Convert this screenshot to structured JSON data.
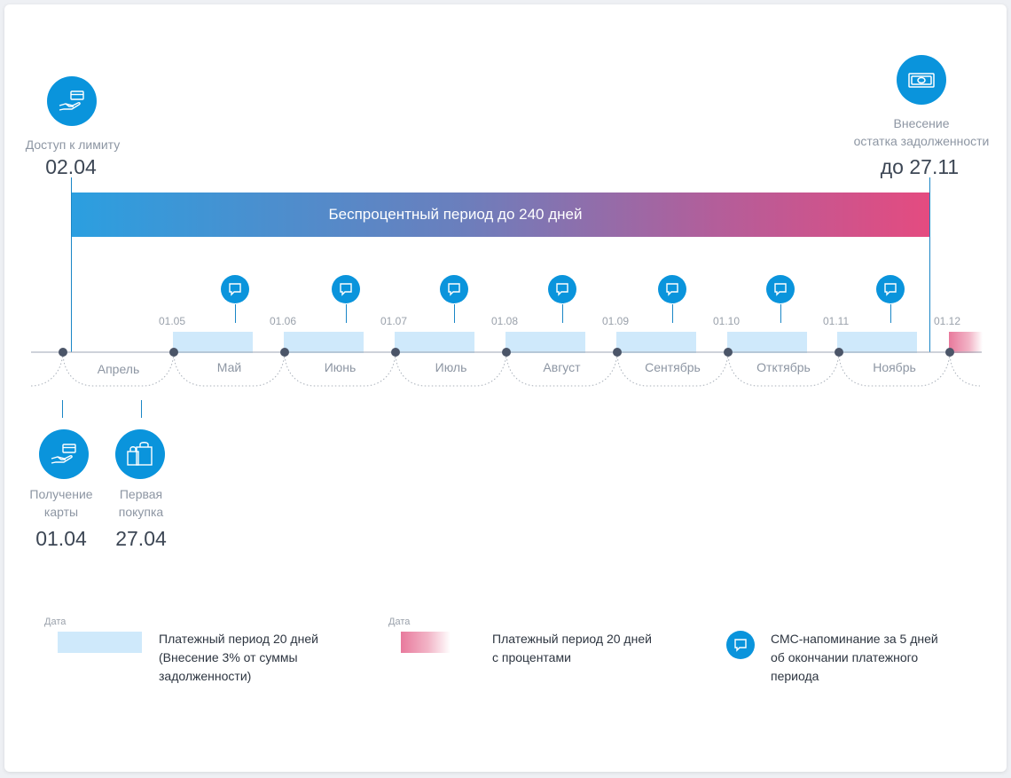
{
  "top_left": {
    "label": "Доступ к лимиту",
    "date": "02.04"
  },
  "top_right": {
    "label1": "Внесение",
    "label2": "остатка задолженности",
    "date": "до 27.11"
  },
  "banner": {
    "label": "Беспроцентный период до 240 дней",
    "color_start": "#2b9fe0",
    "color_end": "#e44b80"
  },
  "payment_dates": [
    "01.05",
    "01.06",
    "01.07",
    "01.08",
    "01.09",
    "01.10",
    "01.11",
    "01.12"
  ],
  "months": [
    "Апрель",
    "Май",
    "Июнь",
    "Июль",
    "Август",
    "Сентябрь",
    "Отктябрь",
    "Ноябрь"
  ],
  "bottom_left": {
    "label1": "Получение",
    "label2": "карты",
    "date": "01.04"
  },
  "bottom_second": {
    "label1": "Первая",
    "label2": "покупка",
    "date": "27.04"
  },
  "legend": {
    "item1": {
      "caption": "Дата",
      "line1": "Платежный период 20 дней",
      "line2": "(Внесение 3% от суммы",
      "line3": "задолженности)"
    },
    "item2": {
      "caption": "Дата",
      "line1": "Платежный период 20 дней",
      "line2": "с процентами"
    },
    "item3": {
      "line1": "СМС-напоминание за 5 дней",
      "line2": "об окончании платежного",
      "line3": "периода"
    }
  },
  "colors": {
    "accent": "#0a94dc",
    "pay_period": "#cfe9fb",
    "interest": "#e8799c",
    "dot": "#4b5568"
  }
}
